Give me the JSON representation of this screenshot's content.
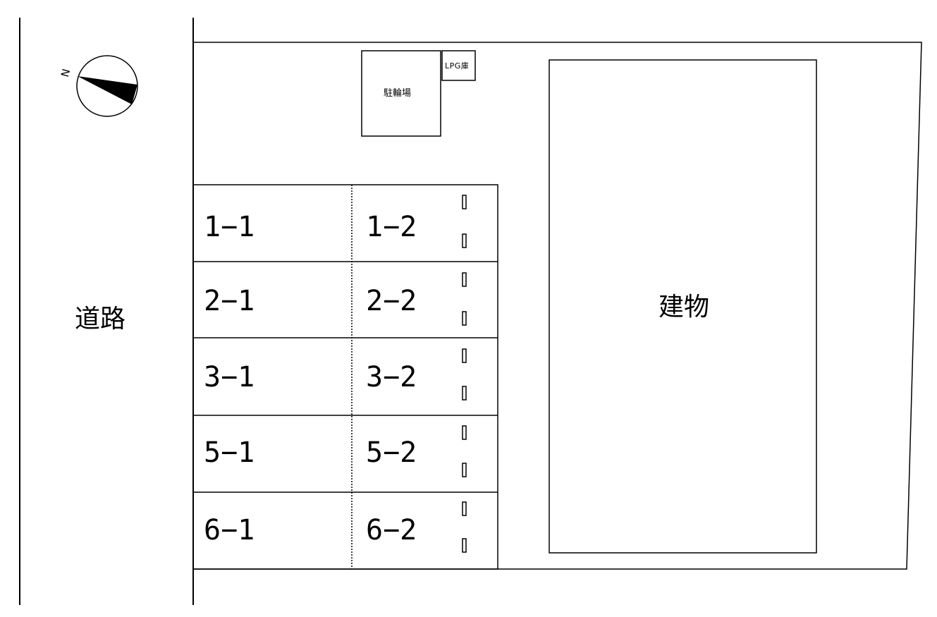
{
  "road": {
    "label": "道路"
  },
  "compass": {
    "north_label": "N"
  },
  "bicycle_parking": {
    "label": "駐輪場"
  },
  "lpg_storage": {
    "label": "LPG庫"
  },
  "building": {
    "label": "建物"
  },
  "parking": {
    "rows": [
      {
        "left": "1−1",
        "right": "1−2"
      },
      {
        "left": "2−1",
        "right": "2−2"
      },
      {
        "left": "3−1",
        "right": "3−2"
      },
      {
        "left": "5−1",
        "right": "5−2"
      },
      {
        "left": "6−1",
        "right": "6−2"
      }
    ]
  }
}
